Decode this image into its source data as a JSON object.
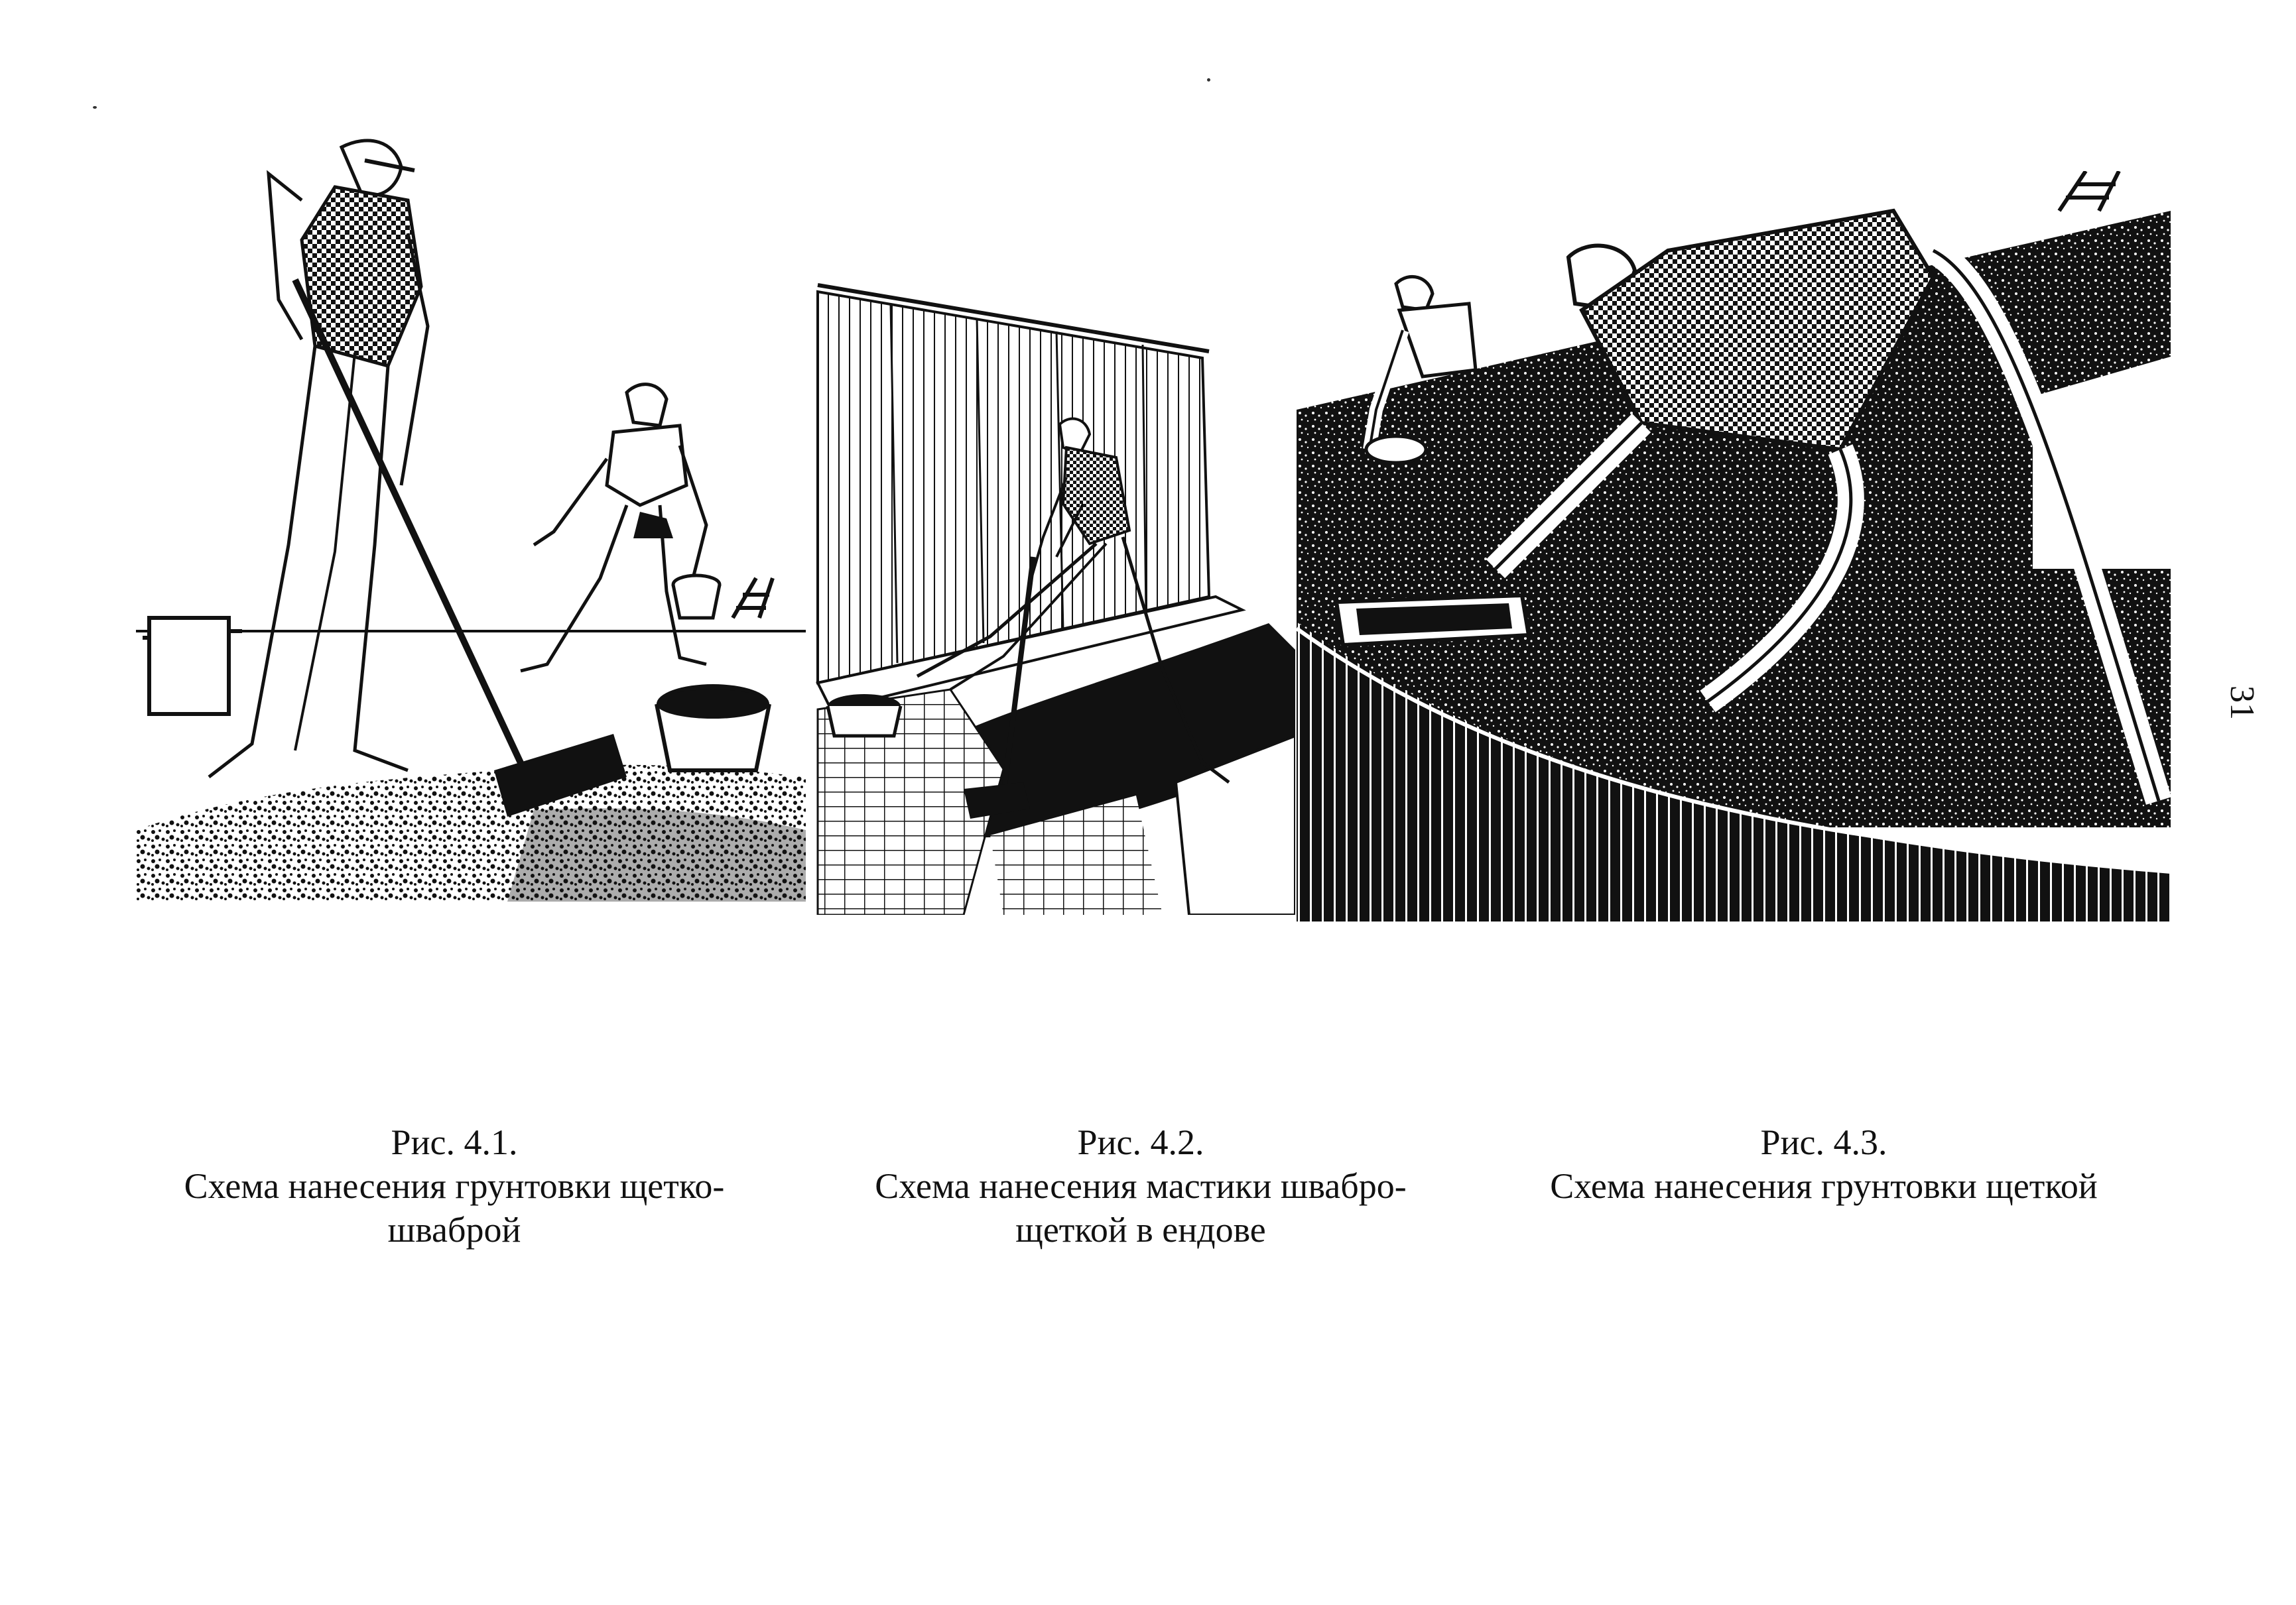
{
  "figures": [
    {
      "number": "Рис. 4.1.",
      "caption": "Схема нанесения грунтовки щетко-шваброй"
    },
    {
      "number": "Рис. 4.2.",
      "caption": "Схема нанесения мастики швабро-щеткой в ендове"
    },
    {
      "number": "Рис. 4.3.",
      "caption": "Схема нанесения грунтовки щеткой"
    }
  ],
  "page_number": "31",
  "colors": {
    "ink": "#111111",
    "paper": "#ffffff"
  }
}
